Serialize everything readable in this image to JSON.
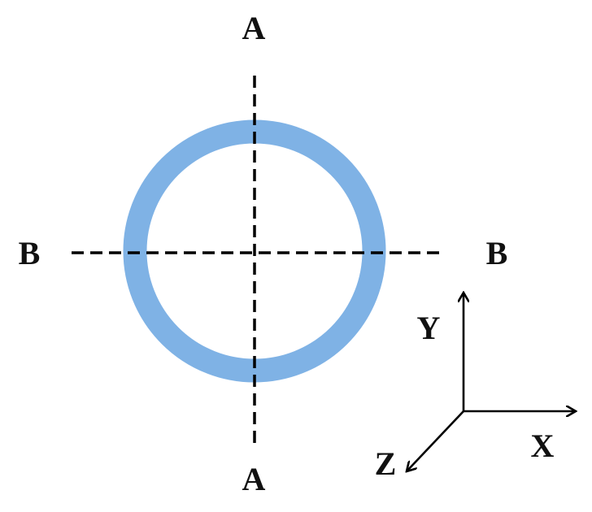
{
  "labels": {
    "section_a_top": "A",
    "section_a_bottom": "A",
    "section_b_left": "B",
    "section_b_right": "B"
  },
  "axes": {
    "x": "X",
    "y": "Y",
    "z": "Z"
  },
  "colors": {
    "ring": "#7fb2e5",
    "lines": "#000000",
    "text": "#111111"
  }
}
